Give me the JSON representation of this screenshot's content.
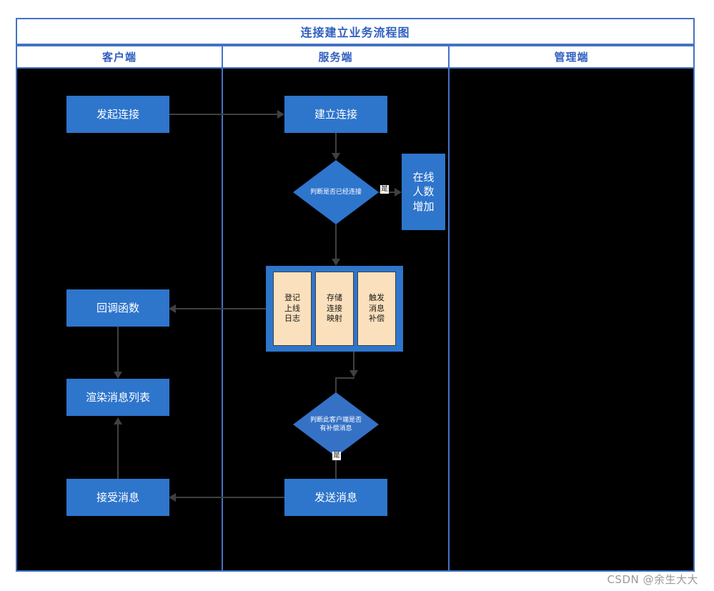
{
  "diagram": {
    "title": "连接建立业务流程图",
    "watermark": "CSDN @余生大大",
    "colors": {
      "frame_border": "#4472c4",
      "title_text": "#2f5fc0",
      "node_fill": "#2e75cc",
      "node_text": "#ffffff",
      "subtask_fill": "#fae0bc",
      "subtask_text": "#1a1a1a",
      "canvas_background": "#000000",
      "connector": "#404040"
    },
    "lanes": [
      {
        "id": "client",
        "label": "客户端"
      },
      {
        "id": "server",
        "label": "服务端"
      },
      {
        "id": "admin",
        "label": "管理端"
      }
    ],
    "nodes": {
      "initiate_connection": "发起连接",
      "establish_connection": "建立连接",
      "decide_already_connected": "判断是否已经连接",
      "online_count_increase": "在线\n人数\n增加",
      "callback_function": "回调函数",
      "render_message_list": "渲染消息列表",
      "decide_has_compensation": "判断此客户端是否\n有补偿消息",
      "receive_message": "接受消息",
      "send_message": "发送消息"
    },
    "subtasks": [
      {
        "id": "log-online",
        "label": "登记\n上线\n日志"
      },
      {
        "id": "store-mapping",
        "label": "存储\n连接\n映射"
      },
      {
        "id": "trigger-compensation",
        "label": "触发\n消息\n补偿"
      }
    ],
    "edge_labels": {
      "yes_connected": "是",
      "yes_compensation": "是"
    }
  }
}
